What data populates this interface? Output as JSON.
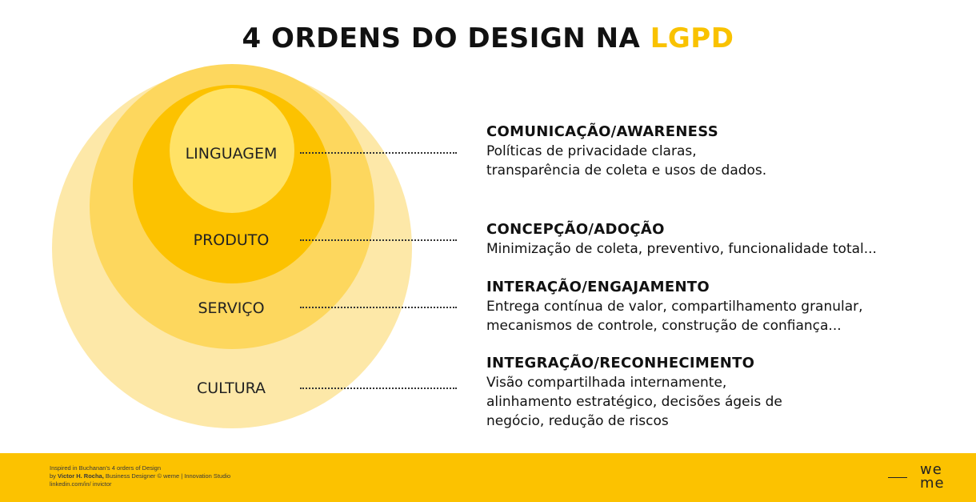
{
  "title": {
    "main": "4 ORDENS DO DESIGN NA ",
    "accent": "LGPD"
  },
  "colors": {
    "accent": "#F9C200",
    "circle_outer": "#FDE8A8",
    "circle_second": "#FDD75E",
    "circle_third": "#FCC200",
    "circle_inner": "#FFE266",
    "footer": "#FCC200"
  },
  "orders": [
    {
      "label": "LINGUAGEM",
      "heading": "COMUNICAÇÃO/AWARENESS",
      "lines": [
        "Políticas de privacidade claras,",
        "transparência de coleta e usos de dados."
      ]
    },
    {
      "label": "PRODUTO",
      "heading": "CONCEPÇÃO/ADOÇÃO",
      "lines": [
        "Minimização de coleta, preventivo, funcionalidade total..."
      ]
    },
    {
      "label": "SERVIÇO",
      "heading": "INTERAÇÃO/ENGAJAMENTO",
      "lines": [
        "Entrega contínua de valor, compartilhamento granular,",
        "mecanismos de controle, construção de confiança..."
      ]
    },
    {
      "label": "CULTURA",
      "heading": "INTEGRAÇÃO/RECONHECIMENTO",
      "lines": [
        "Visão compartilhada internamente,",
        "alinhamento estratégico, decisões ágeis de",
        "negócio, redução de riscos"
      ]
    }
  ],
  "footer": {
    "credit_line1": "Inspired in Buchanan's 4 orders of Design",
    "credit_by": "by ",
    "credit_author": "Victor H. Rocha,",
    "credit_role": " Business Designer © weme | Innovation Studio",
    "credit_line3": "linkedin.com/in/ invictor",
    "logo_top": "we",
    "logo_bottom": "me"
  }
}
